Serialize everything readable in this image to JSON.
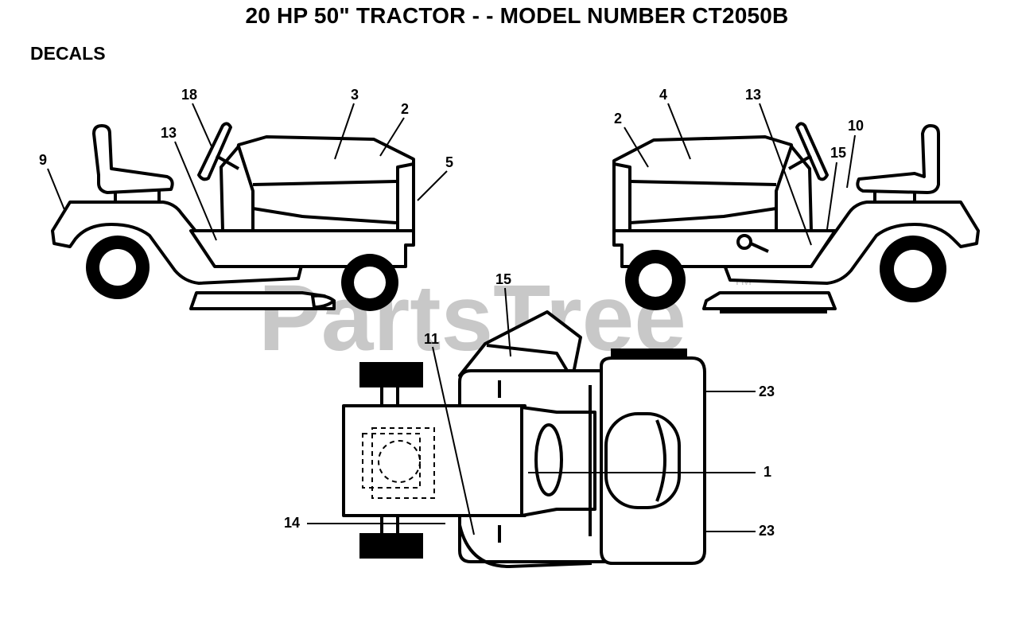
{
  "title": "20 HP 50\" TRACTOR - - MODEL NUMBER CT2050B",
  "subtitle": "DECALS",
  "watermark": {
    "text": "PartsTree",
    "trademark": "TM",
    "color": "#c8c8c8"
  },
  "callouts": {
    "left_view": [
      "18",
      "3",
      "2",
      "13",
      "9",
      "5"
    ],
    "right_view": [
      "4",
      "13",
      "2",
      "10",
      "15"
    ],
    "top_view": [
      "15",
      "11",
      "23",
      "1",
      "14",
      "23"
    ]
  }
}
